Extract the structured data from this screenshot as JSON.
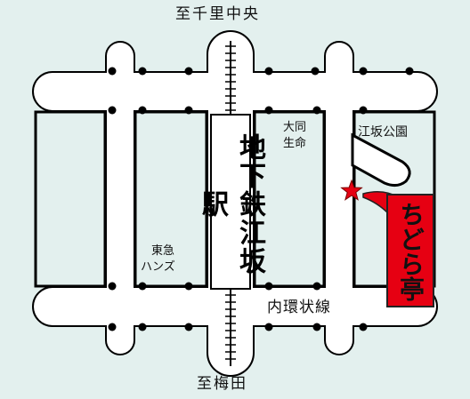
{
  "labels": {
    "north": "至千里中央",
    "south": "至梅田",
    "station": "地下鉄江坂駅",
    "daido_line1": "大同",
    "daido_line2": "生命",
    "esaka_park": "江坂公園",
    "tokyu_line1": "東急",
    "tokyu_line2": "ハンズ",
    "ring_road": "内環状線",
    "shop": "ちどら亭"
  },
  "colors": {
    "background": "#e3f0ee",
    "road_fill": "#ffffff",
    "road_outline": "#000000",
    "shop_sign": "#e60012",
    "star": "#e60012"
  },
  "icons": {
    "shop_marker": "star-icon",
    "signals": "traffic-signal-icon"
  }
}
